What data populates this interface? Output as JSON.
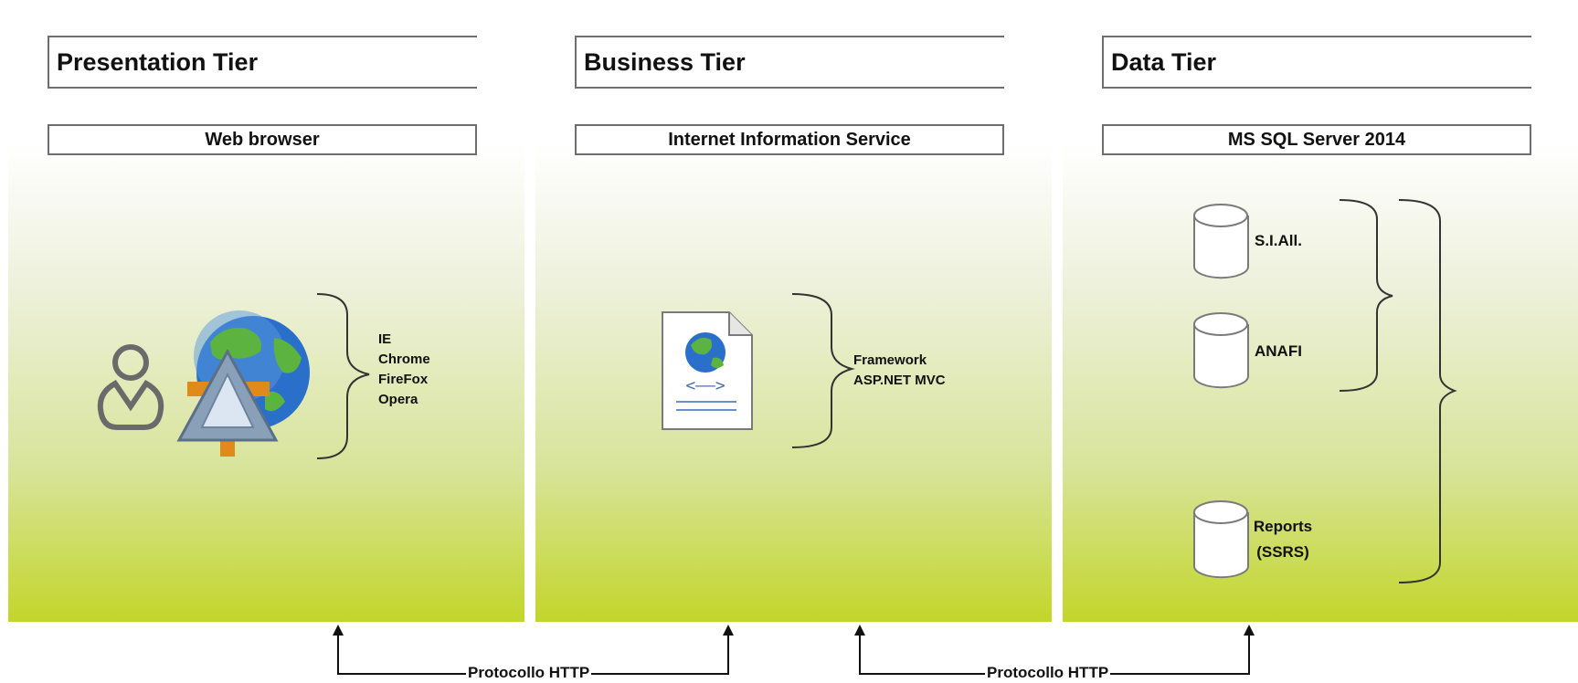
{
  "tiers": {
    "presentation": {
      "title": "Presentation Tier",
      "subtitle": "Web browser",
      "items": [
        "IE",
        "Chrome",
        "FireFox",
        "Opera"
      ]
    },
    "business": {
      "title": "Business Tier",
      "subtitle": "Internet Information Service",
      "items": [
        "Framework",
        "ASP.NET MVC"
      ]
    },
    "data": {
      "title": "Data Tier",
      "subtitle": "MS SQL Server 2014",
      "databases": [
        "S.I.All.",
        "ANAFI",
        "Reports",
        "(SSRS)"
      ]
    }
  },
  "connections": [
    {
      "label": "Protocollo HTTP"
    },
    {
      "label": "Protocollo HTTP"
    }
  ],
  "colors": {
    "gradient_bottom": "#c2d62a",
    "border": "#6e6e6e",
    "globe_blue": "#2a6fc9",
    "globe_green": "#5cb340",
    "orange": "#e08a1a"
  }
}
